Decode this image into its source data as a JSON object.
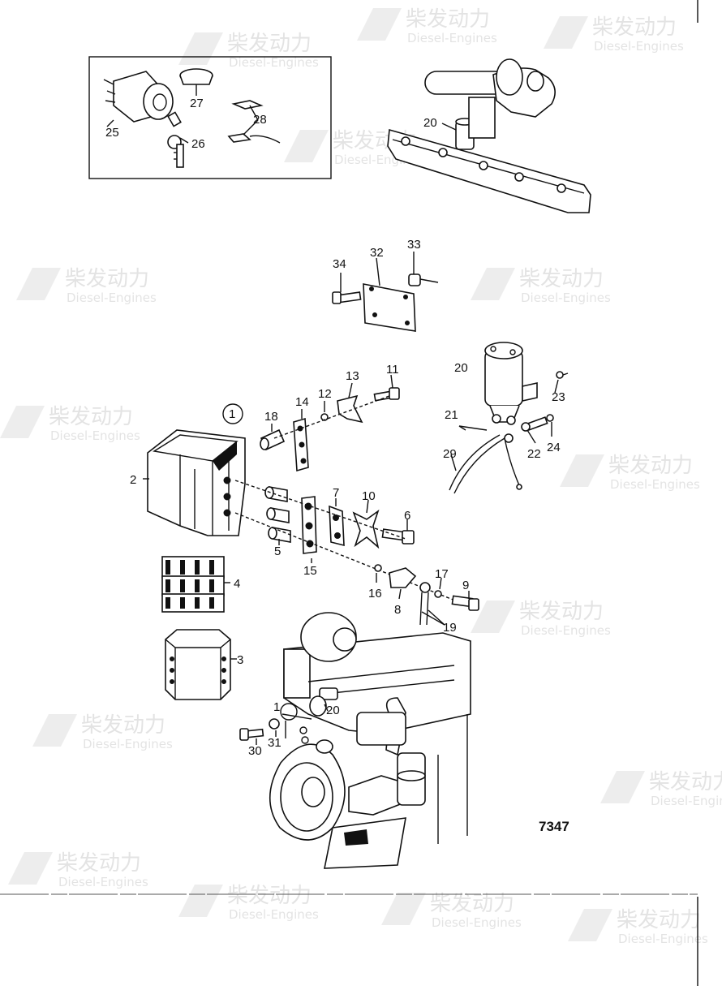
{
  "figure_number": "7347",
  "watermark": {
    "brand_cn": "柴发动力",
    "brand_en": "Diesel-Engines"
  },
  "callouts": {
    "c1": "1",
    "c2": "2",
    "c3": "3",
    "c4": "4",
    "c5": "5",
    "c6": "6",
    "c7": "7",
    "c8": "8",
    "c9": "9",
    "c10": "10",
    "c11": "11",
    "c12": "12",
    "c13": "13",
    "c14": "14",
    "c15": "15",
    "c16": "16",
    "c17": "17",
    "c18": "18",
    "c19": "19",
    "c20a": "20",
    "c20b": "20",
    "c20c": "20",
    "c21": "21",
    "c22": "22",
    "c23": "23",
    "c24": "24",
    "c25": "25",
    "c26": "26",
    "c27": "27",
    "c28": "28",
    "c29": "29",
    "c30": "30",
    "c31": "31",
    "c32": "32",
    "c33": "33",
    "c34": "34",
    "c1b": "1"
  }
}
